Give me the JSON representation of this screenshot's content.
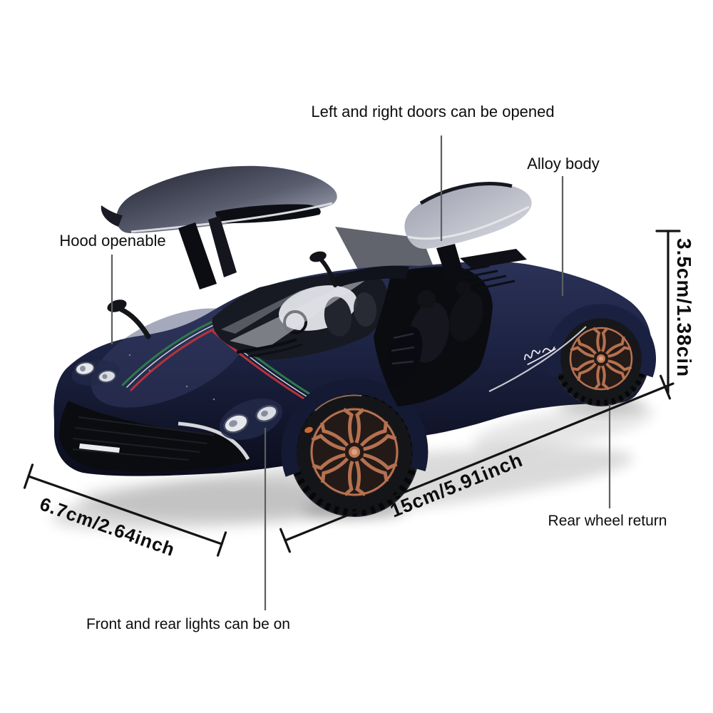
{
  "image": {
    "type": "annotated product photo of a die-cast model supercar with gullwing doors open",
    "background": "#ffffff"
  },
  "annotations": {
    "doors_label": "Left and right doors can be opened",
    "alloy_body_label": "Alloy body",
    "hood_label": "Hood openable",
    "front_rear_lights_label": "Front and rear lights can be on",
    "rear_wheel_label": "Rear wheel return"
  },
  "measurements": {
    "height_label": "3.5cm/1.38cin",
    "length_label": "15cm/5.91inch",
    "width_label": "6.7cm/2.64inch"
  },
  "colors": {
    "body_navy": "#1c2240",
    "wheel_copper": "#b5714f",
    "door_silver": "#c9cbd5",
    "stripe_green": "#2e7a4d",
    "stripe_red": "#b8333a",
    "label_text": "#0d0d0d",
    "leader_line": "#5e5e5e",
    "measurement_line": "#141414"
  }
}
